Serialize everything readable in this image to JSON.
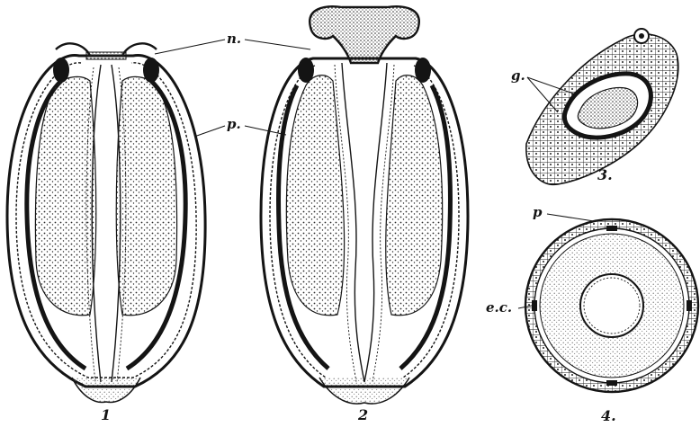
{
  "figures": [
    {
      "id": "1",
      "number": "1"
    },
    {
      "id": "2",
      "number": "2"
    },
    {
      "id": "3",
      "number": "3."
    },
    {
      "id": "4",
      "number": "4."
    }
  ],
  "labels": {
    "n": "n.",
    "p_fig1_2": "p.",
    "g": "g.",
    "p_fig4": "p",
    "ec": "e.c."
  },
  "colors": {
    "ink": "#141414",
    "paper": "#ffffff",
    "stipple": "#2a2a2a"
  }
}
